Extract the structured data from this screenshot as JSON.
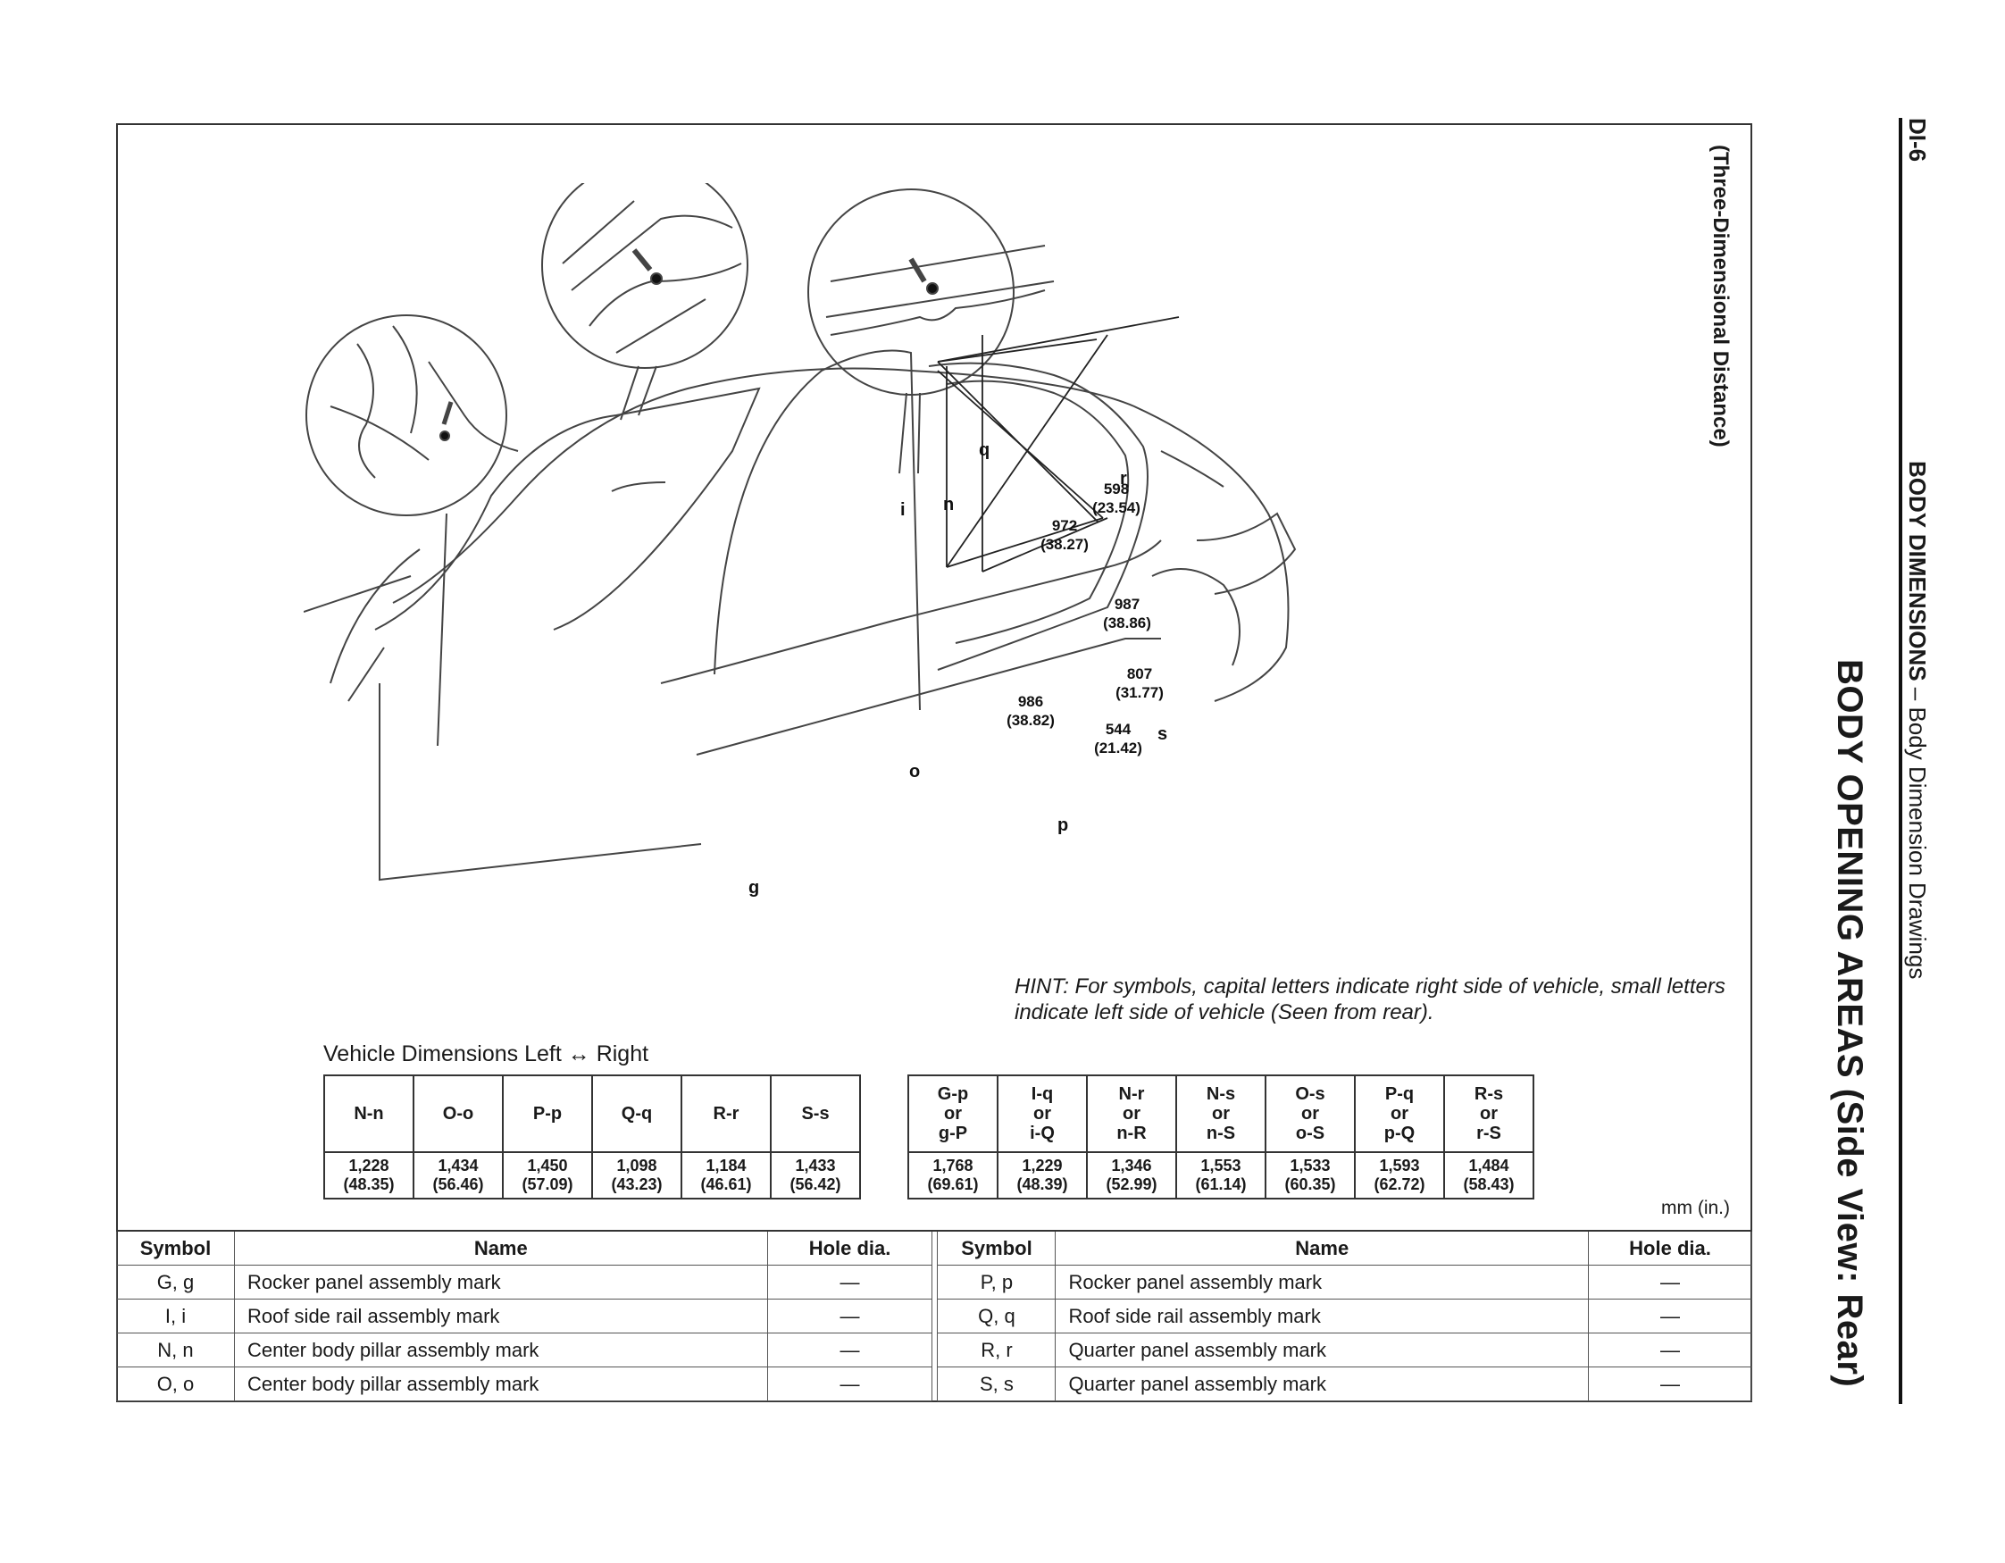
{
  "header": {
    "page_no": "DI-6",
    "section_bold": "BODY DIMENSIONS",
    "section_rest": " – Body Dimension Drawings",
    "title": "BODY OPENING AREAS (Side View: Rear)",
    "subtitle": "(Three-Dimensional Distance)"
  },
  "diagram": {
    "points": {
      "q": "q",
      "r": "r",
      "n": "n",
      "i": "i",
      "s": "s",
      "o": "o",
      "p": "p",
      "g": "g"
    },
    "dims": [
      {
        "v": "598",
        "in": "(23.54)"
      },
      {
        "v": "972",
        "in": "(38.27)"
      },
      {
        "v": "987",
        "in": "(38.86)"
      },
      {
        "v": "807",
        "in": "(31.77)"
      },
      {
        "v": "986",
        "in": "(38.82)"
      },
      {
        "v": "544",
        "in": "(21.42)"
      }
    ]
  },
  "hint": "HINT:    For symbols, capital letters indicate right side of vehicle, small letters indicate left side of vehicle (Seen from rear).",
  "vehicle_dimensions_label": "Vehicle Dimensions Left ↔ Right",
  "dim_table_1": {
    "headers": [
      "N-n",
      "O-o",
      "P-p",
      "Q-q",
      "R-r",
      "S-s"
    ],
    "mm": [
      "1,228",
      "1,434",
      "1,450",
      "1,098",
      "1,184",
      "1,433"
    ],
    "in": [
      "(48.35)",
      "(56.46)",
      "(57.09)",
      "(43.23)",
      "(46.61)",
      "(56.42)"
    ]
  },
  "dim_table_2": {
    "headers": [
      [
        "G-p",
        "or",
        "g-P"
      ],
      [
        "I-q",
        "or",
        "i-Q"
      ],
      [
        "N-r",
        "or",
        "n-R"
      ],
      [
        "N-s",
        "or",
        "n-S"
      ],
      [
        "O-s",
        "or",
        "o-S"
      ],
      [
        "P-q",
        "or",
        "p-Q"
      ],
      [
        "R-s",
        "or",
        "r-S"
      ]
    ],
    "mm": [
      "1,768",
      "1,229",
      "1,346",
      "1,553",
      "1,533",
      "1,593",
      "1,484"
    ],
    "in": [
      "(69.61)",
      "(48.39)",
      "(52.99)",
      "(61.14)",
      "(60.35)",
      "(62.72)",
      "(58.43)"
    ]
  },
  "unit": "mm (in.)",
  "symbol_table": {
    "headers": [
      "Symbol",
      "Name",
      "Hole dia."
    ],
    "left": [
      {
        "symbol": "G, g",
        "name": "Rocker panel assembly mark",
        "hole": "—"
      },
      {
        "symbol": "I, i",
        "name": "Roof side rail assembly mark",
        "hole": "—"
      },
      {
        "symbol": "N, n",
        "name": "Center body pillar assembly mark",
        "hole": "—"
      },
      {
        "symbol": "O, o",
        "name": "Center body pillar assembly mark",
        "hole": "—"
      }
    ],
    "right": [
      {
        "symbol": "P, p",
        "name": "Rocker panel assembly mark",
        "hole": "—"
      },
      {
        "symbol": "Q, q",
        "name": "Roof side rail assembly mark",
        "hole": "—"
      },
      {
        "symbol": "R, r",
        "name": "Quarter panel assembly mark",
        "hole": "—"
      },
      {
        "symbol": "S, s",
        "name": "Quarter panel assembly mark",
        "hole": "—"
      }
    ]
  }
}
